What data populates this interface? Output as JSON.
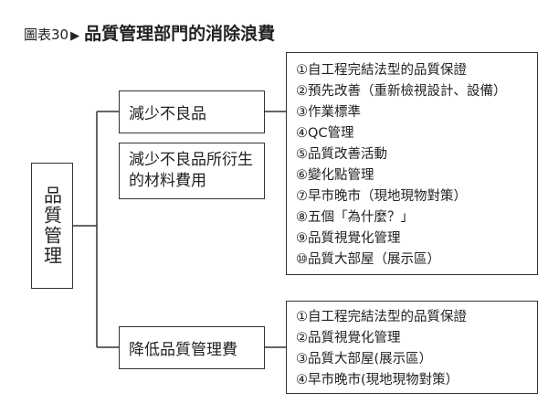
{
  "title": {
    "figure": "圖表30",
    "text": "品質管理部門的消除浪費"
  },
  "root": {
    "label": "品質管理"
  },
  "branches": [
    {
      "label": "減少不良品"
    },
    {
      "label_line1": "減少不良品所衍生",
      "label_line2": "的材料費用"
    },
    {
      "label": "降低品質管理費"
    }
  ],
  "list_a": [
    "①自工程完結法型的品質保證",
    "②預先改善（重新檢視設計、設備）",
    "③作業標準",
    "④QC管理",
    "⑤品質改善活動",
    "⑥變化點管理",
    "⑦早市晚市（現地現物對策）",
    "⑧五個「為什麼？」",
    "⑨品質視覺化管理",
    "⑩品質大部屋（展示區）"
  ],
  "list_b": [
    "①自工程完結法型的品質保證",
    "②品質視覺化管理",
    "③品質大部屋(展示區）",
    "④早市晚市(現地現物對策）"
  ]
}
